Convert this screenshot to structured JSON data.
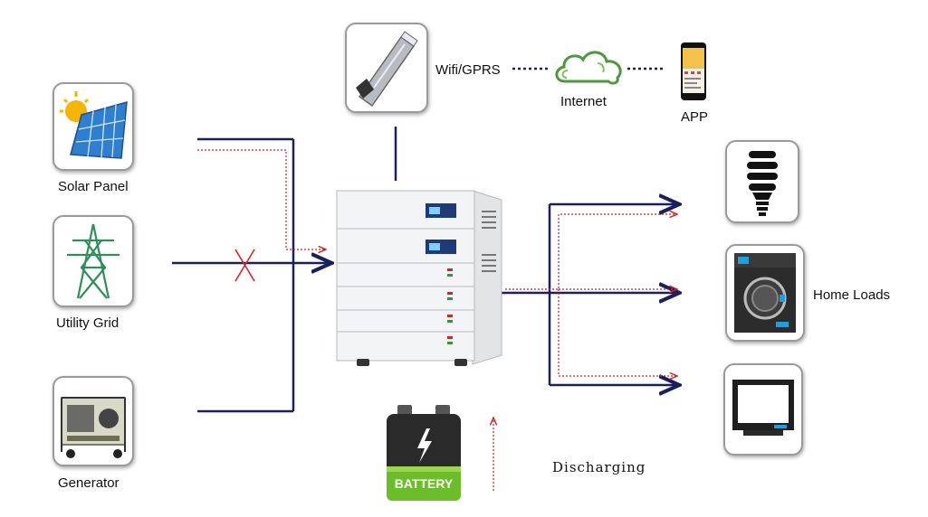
{
  "sources": {
    "solar": "Solar Panel",
    "grid": "Utility Grid",
    "generator": "Generator"
  },
  "comm": {
    "module": "Wifi/GPRS",
    "internet": "Internet",
    "app": "APP"
  },
  "loads": {
    "label": "Home Loads"
  },
  "battery": {
    "label": "BATTERY"
  },
  "status": {
    "mode": "Discharging"
  },
  "colors": {
    "power_line": "#1a1f5e",
    "flow_line": "#d42020",
    "cross": "#e02020"
  }
}
